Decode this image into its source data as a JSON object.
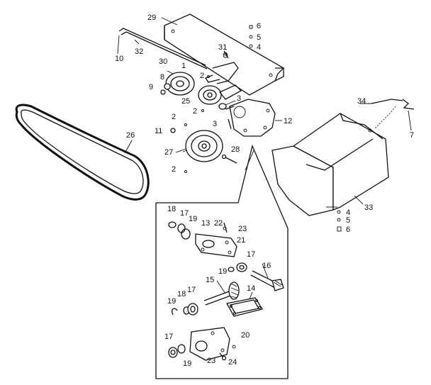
{
  "diagram": {
    "type": "exploded-parts-diagram",
    "labels": [
      {
        "id": "l29",
        "text": "29"
      },
      {
        "id": "l6a",
        "text": "6"
      },
      {
        "id": "l5a",
        "text": "5"
      },
      {
        "id": "l4a",
        "text": "4"
      },
      {
        "id": "l10",
        "text": "10"
      },
      {
        "id": "l32",
        "text": "32"
      },
      {
        "id": "l31",
        "text": "31"
      },
      {
        "id": "l30",
        "text": "30"
      },
      {
        "id": "l1",
        "text": "1"
      },
      {
        "id": "l2a",
        "text": "2"
      },
      {
        "id": "l8",
        "text": "8"
      },
      {
        "id": "l9",
        "text": "9"
      },
      {
        "id": "l3a",
        "text": "3"
      },
      {
        "id": "l25",
        "text": "25"
      },
      {
        "id": "l2b",
        "text": "2"
      },
      {
        "id": "l12",
        "text": "12"
      },
      {
        "id": "l34",
        "text": "34"
      },
      {
        "id": "l7",
        "text": "7"
      },
      {
        "id": "l26",
        "text": "26"
      },
      {
        "id": "l2c",
        "text": "2"
      },
      {
        "id": "l11",
        "text": "11"
      },
      {
        "id": "l3b",
        "text": "3"
      },
      {
        "id": "l27",
        "text": "27"
      },
      {
        "id": "l28",
        "text": "28"
      },
      {
        "id": "l2d",
        "text": "2"
      },
      {
        "id": "l33",
        "text": "33"
      },
      {
        "id": "l4b",
        "text": "4"
      },
      {
        "id": "l5b",
        "text": "5"
      },
      {
        "id": "l6b",
        "text": "6"
      },
      {
        "id": "l18a",
        "text": "18"
      },
      {
        "id": "l17a",
        "text": "17"
      },
      {
        "id": "l19a",
        "text": "19"
      },
      {
        "id": "l13",
        "text": "13"
      },
      {
        "id": "l22",
        "text": "22"
      },
      {
        "id": "l23a",
        "text": "23"
      },
      {
        "id": "l21",
        "text": "21"
      },
      {
        "id": "l17b",
        "text": "17"
      },
      {
        "id": "l19b",
        "text": "19"
      },
      {
        "id": "l16",
        "text": "16"
      },
      {
        "id": "l15",
        "text": "15"
      },
      {
        "id": "l14",
        "text": "14"
      },
      {
        "id": "l19c",
        "text": "19"
      },
      {
        "id": "l18b",
        "text": "18"
      },
      {
        "id": "l17c",
        "text": "17"
      },
      {
        "id": "l20",
        "text": "20"
      },
      {
        "id": "l17d",
        "text": "17"
      },
      {
        "id": "l19d",
        "text": "19"
      },
      {
        "id": "l23b",
        "text": "23"
      },
      {
        "id": "l24",
        "text": "24"
      }
    ]
  }
}
